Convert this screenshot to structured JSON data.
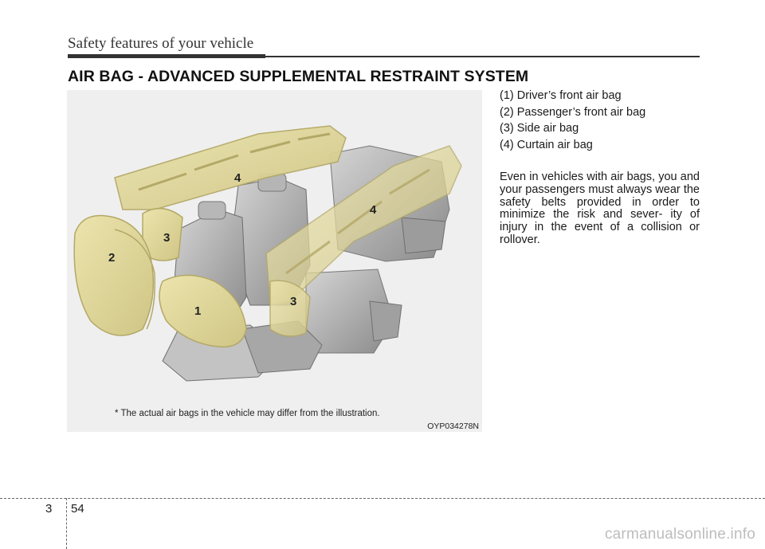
{
  "header": {
    "running_title": "Safety features of your vehicle"
  },
  "section": {
    "title": "AIR BAG - ADVANCED SUPPLEMENTAL RESTRAINT SYSTEM"
  },
  "figure": {
    "callouts": [
      "4",
      "4",
      "3",
      "3",
      "2",
      "1"
    ],
    "caption": "* The actual air bags in the vehicle may differ from the illustration.",
    "code": "OYP034278N",
    "colors": {
      "airbag": "#e0d79a",
      "airbag_stroke": "#b9ae6c",
      "seat": "#a9a9a9",
      "seat_dark": "#7b7b7b"
    }
  },
  "legend": [
    "(1) Driver’s front air bag",
    "(2) Passenger’s front air bag",
    "(3) Side air bag",
    "(4) Curtain air bag"
  ],
  "body": {
    "paragraph": "Even in vehicles with air bags, you and your passengers must always wear the safety belts provided in order to minimize the risk and sever- ity of injury in the event of a collision or rollover."
  },
  "footer": {
    "chapter": "3",
    "page": "54",
    "watermark": "carmanualsonline.info"
  }
}
